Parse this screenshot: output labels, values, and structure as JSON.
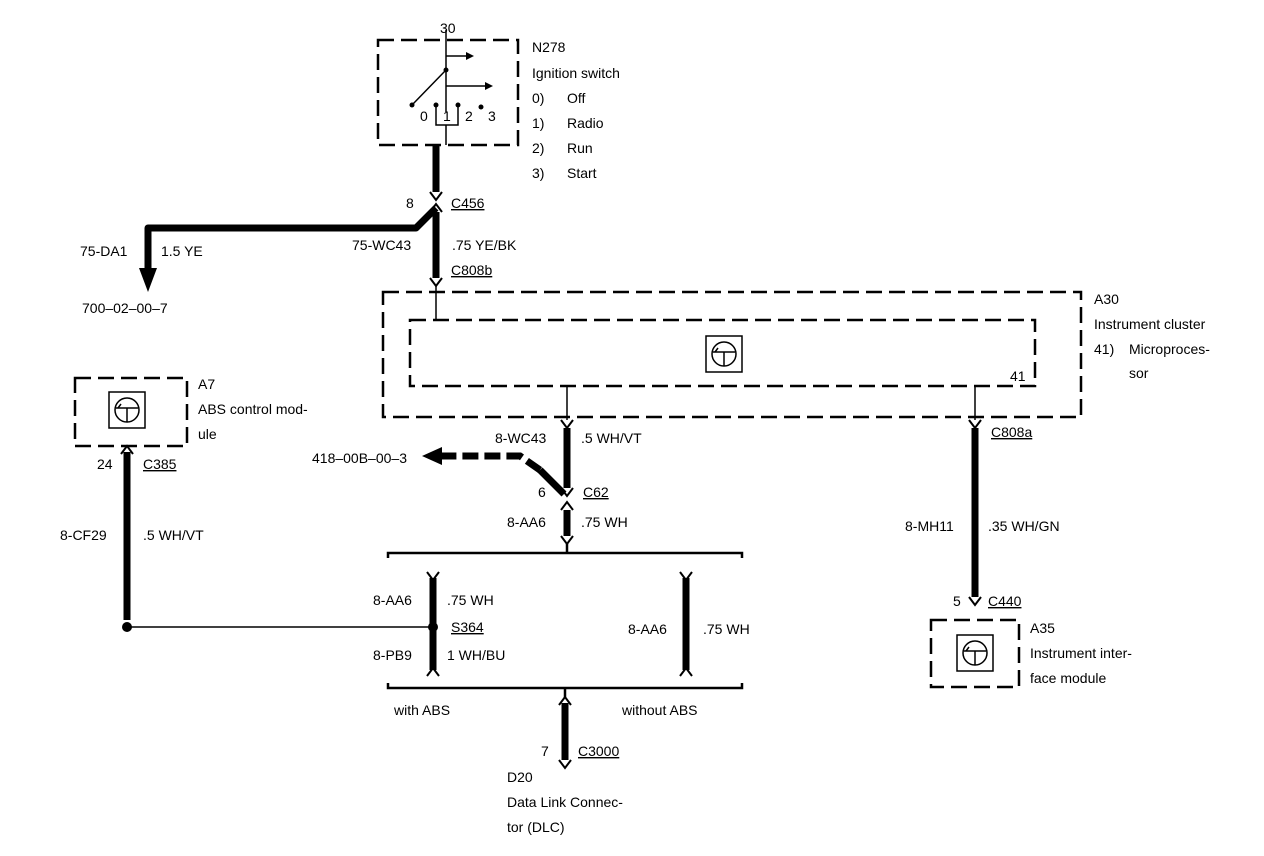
{
  "components": {
    "ignition_switch": {
      "code": "N278",
      "name": "Ignition switch",
      "pin": "30",
      "positions": [
        "0",
        "1",
        "2",
        "3"
      ],
      "states": [
        {
          "num": "0)",
          "label": "Off"
        },
        {
          "num": "1)",
          "label": "Radio"
        },
        {
          "num": "2)",
          "label": "Run"
        },
        {
          "num": "3)",
          "label": "Start"
        }
      ]
    },
    "instrument_cluster": {
      "code": "A30",
      "name": "Instrument cluster",
      "sub_num": "41)",
      "sub_name_line1": "Microproces-",
      "sub_name_line2": "sor",
      "pin": "41"
    },
    "abs_module": {
      "code": "A7",
      "name_line1": "ABS control mod-",
      "name_line2": "ule"
    },
    "interface_module": {
      "code": "A35",
      "name_line1": "Instrument inter-",
      "name_line2": "face module"
    },
    "dlc": {
      "code": "D20",
      "name_line1": "Data Link Connec-",
      "name_line2": "tor (DLC)"
    }
  },
  "connectors": {
    "c456": {
      "pin": "8",
      "id": "C456"
    },
    "c808b": {
      "id": "C808b"
    },
    "c808a": {
      "id": "C808a"
    },
    "c385": {
      "pin": "24",
      "id": "C385"
    },
    "c62": {
      "pin": "6",
      "id": "C62"
    },
    "s364": {
      "id": "S364"
    },
    "c440": {
      "pin": "5",
      "id": "C440"
    },
    "c3000": {
      "pin": "7",
      "id": "C3000"
    }
  },
  "wires": {
    "da1": {
      "circuit": "75-DA1",
      "spec": "1.5 YE"
    },
    "wc43_upper": {
      "circuit": "75-WC43",
      "spec": ".75 YE/BK"
    },
    "wc43_lower": {
      "circuit": "8-WC43",
      "spec": ".5 WH/VT"
    },
    "aa6_main": {
      "circuit": "8-AA6",
      "spec": ".75 WH"
    },
    "cf29": {
      "circuit": "8-CF29",
      "spec": ".5 WH/VT"
    },
    "aa6_abs": {
      "circuit": "8-AA6",
      "spec": ".75 WH"
    },
    "pb9": {
      "circuit": "8-PB9",
      "spec": "1 WH/BU"
    },
    "aa6_noabs": {
      "circuit": "8-AA6",
      "spec": ".75 WH"
    },
    "mh11": {
      "circuit": "8-MH11",
      "spec": ".35 WH/GN"
    }
  },
  "references": {
    "ref_700": "700–02–00–7",
    "ref_418": "418–00B–00–3"
  },
  "variants": {
    "with_abs": "with ABS",
    "without_abs": "without ABS"
  }
}
